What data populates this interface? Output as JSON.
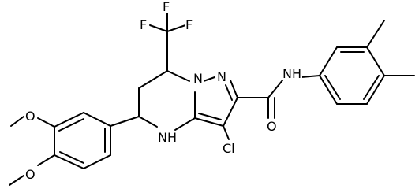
{
  "molecule": {
    "atom_labels": {
      "f1": "F",
      "f2": "F",
      "f3": "F",
      "n_ring_top": "N",
      "n_ring_bridge": "N",
      "nh_amide": "N",
      "h_amide": "H",
      "o_carbonyl": "O",
      "nh_ring": "N",
      "h_ring": "H",
      "cl": "Cl",
      "o_methoxy_upper": "O",
      "o_methoxy_lower": "O"
    },
    "bond_color": "#000000"
  }
}
